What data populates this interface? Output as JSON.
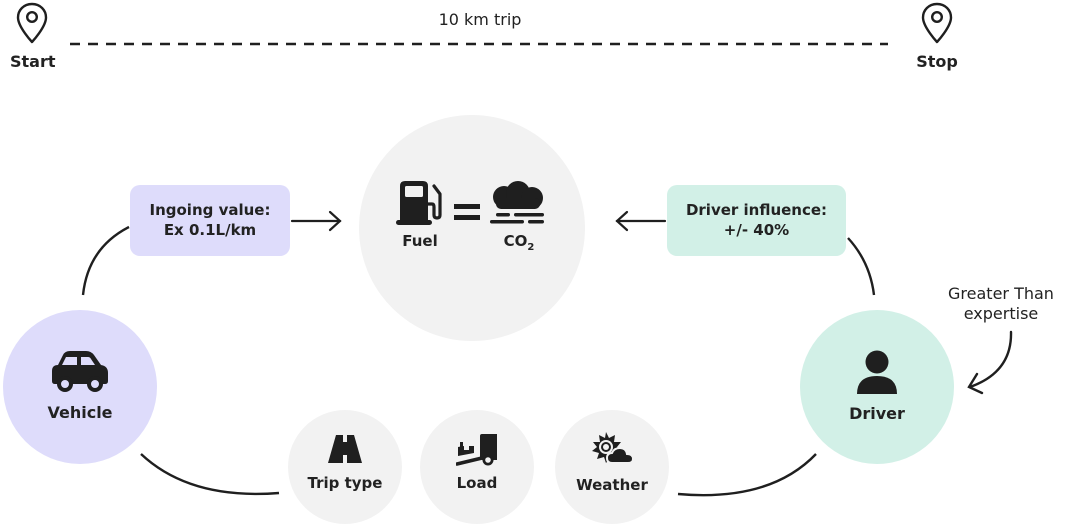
{
  "trip": {
    "start_label": "Start",
    "stop_label": "Stop",
    "distance_label": "10 km trip"
  },
  "center": {
    "fuel_label": "Fuel",
    "co2_label": "CO",
    "co2_subscript": "2",
    "equals_icon": "equals-icon",
    "fuel_icon": "fuel-pump-icon",
    "co2_icon": "smog-cloud-icon"
  },
  "ingoing_box": {
    "line1": "Ingoing value:",
    "line2": "Ex 0.1L/km"
  },
  "driver_box": {
    "line1": "Driver influence:",
    "line2": "+/- 40%"
  },
  "vehicle": {
    "label": "Vehicle",
    "icon": "car-icon"
  },
  "driver": {
    "label": "Driver",
    "icon": "person-icon"
  },
  "expertise_note": {
    "line1": "Greater Than",
    "line2": "expertise"
  },
  "factors": [
    {
      "label": "Trip type",
      "icon": "road-icon"
    },
    {
      "label": "Load",
      "icon": "hand-truck-icon"
    },
    {
      "label": "Weather",
      "icon": "sun-cloud-icon"
    }
  ],
  "colors": {
    "vehicle": "#dedcfb",
    "driver": "#d2f0e7",
    "neutral": "#f2f2f2",
    "ink": "#1f1f1f"
  }
}
